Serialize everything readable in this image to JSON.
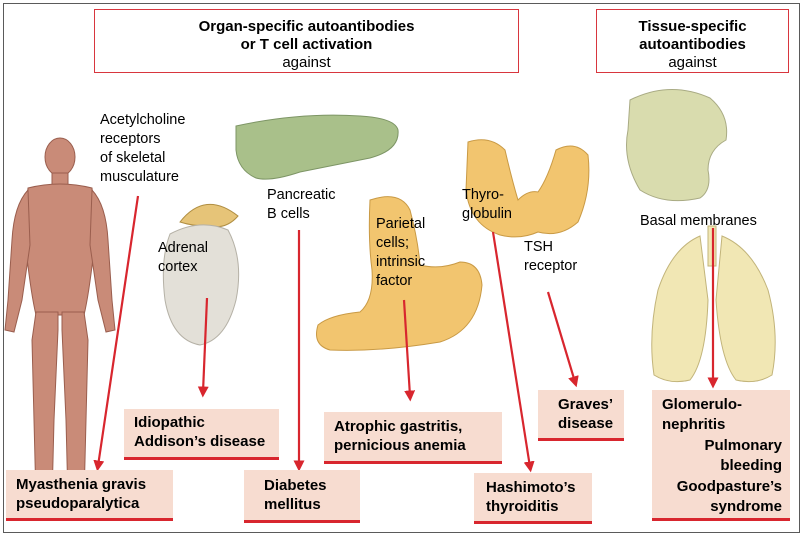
{
  "headers": {
    "organ": {
      "line1": "Organ-specific autoantibodies",
      "line2": "or T cell activation",
      "line3": "against"
    },
    "tissue": {
      "line1": "Tissue-specific",
      "line2": "autoantibodies",
      "line3": "against"
    }
  },
  "labels": {
    "acetylcholine": [
      "Acetylcholine",
      "receptors",
      "of skeletal",
      "musculature"
    ],
    "pancreatic": [
      "Pancreatic",
      "B cells"
    ],
    "adrenal": [
      "Adrenal",
      "cortex"
    ],
    "parietal": [
      "Parietal",
      "cells;",
      "intrinsic",
      "factor"
    ],
    "thyroglobulin": [
      "Thyro-",
      "globulin"
    ],
    "tsh": [
      "TSH",
      "receptor"
    ],
    "basal": "Basal membranes"
  },
  "diseases": {
    "myasthenia": [
      "Myasthenia gravis",
      "pseudoparalytica"
    ],
    "addison": [
      "Idiopathic",
      "Addison’s disease"
    ],
    "diabetes": [
      "Diabetes",
      "mellitus"
    ],
    "atrophic": [
      "Atrophic gastritis,",
      "pernicious anemia"
    ],
    "graves": [
      "Graves’",
      "disease"
    ],
    "hashimoto": [
      "Hashimoto’s",
      "thyroiditis"
    ],
    "goodpasture": [
      "Glomerulo-",
      "nephritis",
      "Pulmonary",
      "bleeding",
      "Goodpasture’s",
      "syndrome"
    ]
  },
  "colors": {
    "accent_red": "#d8262e",
    "disease_fill": "#f7dcd0",
    "muscle": "#c98b78",
    "pancreas": "#a9c08a",
    "adrenal": "#e6c478",
    "stomach": "#f2c56f",
    "thyroid": "#f2c56f",
    "kidney": "#d9dcae",
    "lung": "#f1e7b4"
  }
}
